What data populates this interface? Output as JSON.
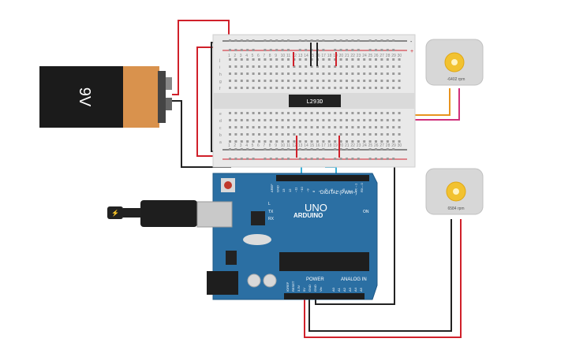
{
  "battery": {
    "label": "9V",
    "body_color": "#1b1b1b",
    "cap_color": "#d9924d"
  },
  "breadboard": {
    "row_letters_top": [
      "j",
      "i",
      "h",
      "g",
      "f"
    ],
    "row_letters_bottom": [
      "e",
      "d",
      "c",
      "b",
      "a"
    ],
    "column_numbers": [
      "1",
      "2",
      "3",
      "4",
      "5",
      "6",
      "7",
      "8",
      "9",
      "10",
      "11",
      "12",
      "13",
      "14",
      "15",
      "16",
      "17",
      "18",
      "19",
      "20",
      "21",
      "22",
      "23",
      "24",
      "25",
      "26",
      "27",
      "28",
      "29",
      "30"
    ],
    "rail_plus": "+",
    "rail_minus": "-"
  },
  "chip": {
    "label": "L293D"
  },
  "motor_top": {
    "rpm_label": "-6402 rpm"
  },
  "motor_bottom": {
    "rpm_label": "6584 rpm"
  },
  "arduino": {
    "logo_text": "ARDUINO",
    "model_text": "UNO",
    "digital_label": "DIGITAL (PWM~)",
    "power_label": "POWER",
    "analog_label": "ANALOG IN",
    "on_label": "ON",
    "tx_label": "TX",
    "rx_label": "RX",
    "l_label": "L",
    "header_top_labels": [
      "AREF",
      "GND",
      "13",
      "12",
      "~11",
      "~10",
      "~9",
      "8",
      "7",
      "~6",
      "~5",
      "4",
      "~3",
      "2",
      "TX→1",
      "RX←0"
    ],
    "power_pin_labels": [
      "IOREF",
      "RESET",
      "3.3V",
      "5V",
      "GND",
      "GND",
      "Vin"
    ],
    "analog_pin_labels": [
      "A0",
      "A1",
      "A2",
      "A3",
      "A4",
      "A5"
    ]
  },
  "colors": {
    "board_blue": "#2b6fa3",
    "wire_red": "#d0202a",
    "wire_black": "#222222",
    "wire_orange": "#e8941e",
    "wire_pink": "#d0307a",
    "wire_cyan": "#3ab0d8"
  }
}
